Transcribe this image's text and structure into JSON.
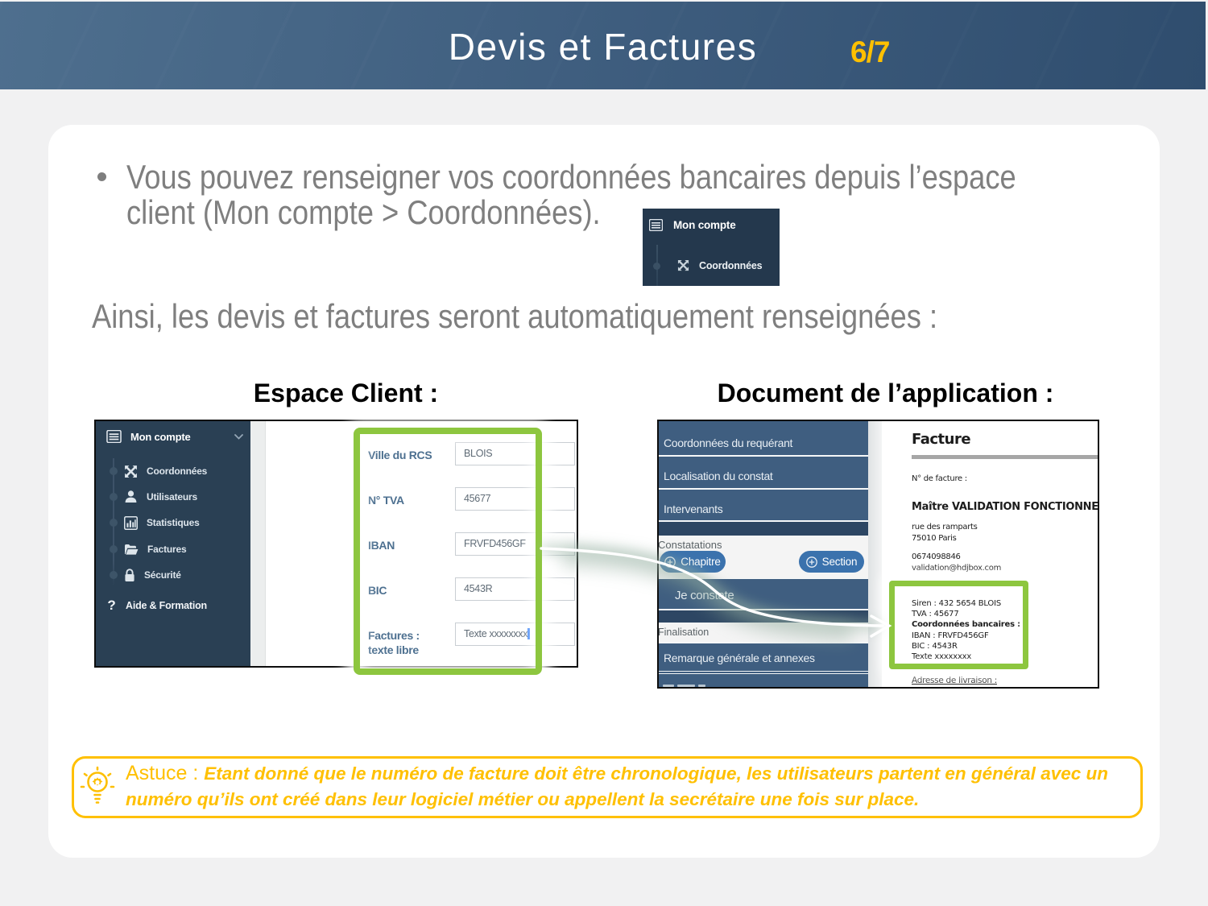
{
  "header": {
    "title": "Devis et Factures",
    "page_indicator": "6/7"
  },
  "intro": {
    "bullet": "Vous pouvez renseigner vos coordonnées bancaires depuis l’espace client (Mon compte > Coordonnées).",
    "followup": "Ainsi, les devis et factures seront automatiquement renseignées :"
  },
  "mini_menu": {
    "main_item": "Mon compte",
    "sub_item": "Coordonnées"
  },
  "columns": {
    "left_title": "Espace Client :",
    "right_title": "Document de l’application :"
  },
  "espace_client": {
    "sidebar": {
      "main_item": "Mon compte",
      "items": [
        {
          "icon": "expand-arrows-icon",
          "label": "Coordonnées"
        },
        {
          "icon": "user-icon",
          "label": "Utilisateurs"
        },
        {
          "icon": "bar-chart-icon",
          "label": "Statistiques"
        },
        {
          "icon": "folder-open-icon",
          "label": "Factures"
        },
        {
          "icon": "lock-icon",
          "label": "Sécurité"
        }
      ],
      "help_item": "Aide & Formation"
    },
    "form": {
      "fields": [
        {
          "label": "Ville du RCS",
          "value": "BLOIS"
        },
        {
          "label": "N° TVA",
          "value": "45677"
        },
        {
          "label": "IBAN",
          "value": "FRVFD456GF"
        },
        {
          "label": "BIC",
          "value": "4543R"
        },
        {
          "label": "Factures : texte libre",
          "label_line1": "Factures :",
          "label_line2": "texte libre",
          "value": "Texte xxxxxxxx"
        }
      ]
    },
    "highlight_color": "#8dc63f"
  },
  "document_application": {
    "nav": {
      "sections": [
        "Coordonnées du requérant",
        "Localisation du constat",
        "Intervenants"
      ],
      "constatations_label": "Constatations",
      "buttons": [
        {
          "label": "Chapitre"
        },
        {
          "label": "Section"
        }
      ],
      "je_constate": "Je constate",
      "finalisation_label": "Finalisation",
      "remarque": "Remarque générale et annexes"
    },
    "invoice": {
      "title": "Facture",
      "number_label": "N° de facture :",
      "holder": "Maître VALIDATION FONCTIONNEL",
      "address_line1": "rue des ramparts",
      "address_line2": "75010 Paris",
      "phone": "0674098846",
      "email": "validation@hdjbox.com",
      "bank_block": {
        "siren": "Siren : 432 5654 BLOIS",
        "tva": "TVA : 45677",
        "heading": "Coordonnées bancaires :",
        "iban": "IBAN : FRVFD456GF",
        "bic": "BIC : 4543R",
        "free_text": "Texte xxxxxxxx"
      },
      "footer": "Adresse de livraison :"
    }
  },
  "astuce": {
    "label": "Astuce : ",
    "text": "Etant donné que le numéro de facture doit être chronologique, les utilisateurs partent en général avec un numéro qu’ils ont créé dans leur logiciel métier ou appellent la secrétaire une fois sur place."
  },
  "colors": {
    "header_gradient_left": "#4e6f8e",
    "header_gradient_right": "#2f4d6e",
    "accent_gold": "#fdbf04",
    "highlight_green": "#8dc63f",
    "sidebar_navy": "#263c52",
    "panel_blue": "#3e5d7e",
    "button_blue": "#3d72b3"
  }
}
